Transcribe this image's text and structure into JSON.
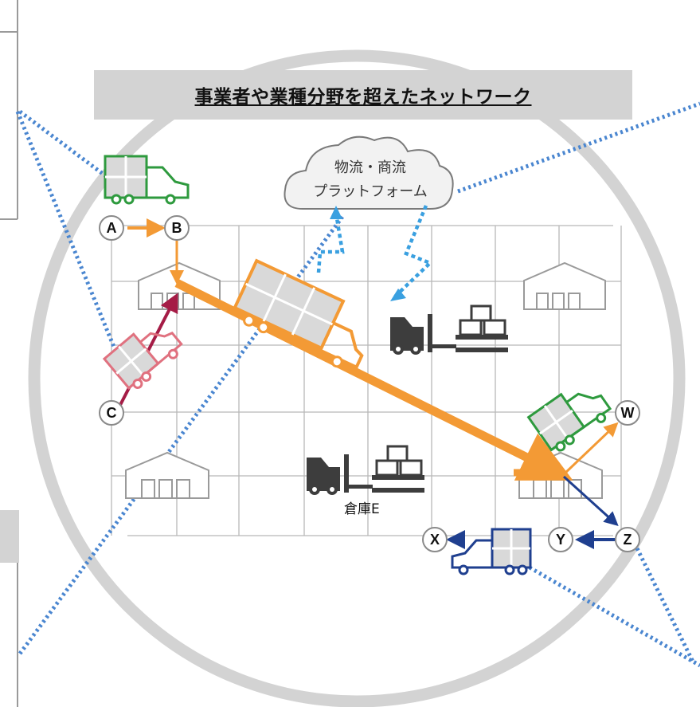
{
  "banner": {
    "title": "事業者や業種分野を超えたネットワーク"
  },
  "cloud": {
    "line1": "物流・商流",
    "line2": "プラットフォーム"
  },
  "nodes": {
    "a": "A",
    "b": "B",
    "c": "C",
    "w": "W",
    "x": "X",
    "y": "Y",
    "z": "Z"
  },
  "warehouse_e": {
    "label": "倉庫E"
  },
  "colors": {
    "green": "#2e9a3e",
    "orange": "#f39a35",
    "pink": "#e0717f",
    "crimson": "#a51c46",
    "navy": "#1f3f8f",
    "dotted_blue": "#4a86d0",
    "sky_blue": "#3aa0e0",
    "ring_gray": "#d3d3d3",
    "grid_gray": "#b8b8b8",
    "forklift_gray": "#3d3d3d"
  },
  "icons": [
    "green-truck-icon",
    "orange-truck-icon",
    "pink-truck-icon",
    "green-tilted-truck-icon",
    "navy-truck-icon",
    "forklift-icon",
    "warehouse-icon",
    "cloud-icon"
  ]
}
